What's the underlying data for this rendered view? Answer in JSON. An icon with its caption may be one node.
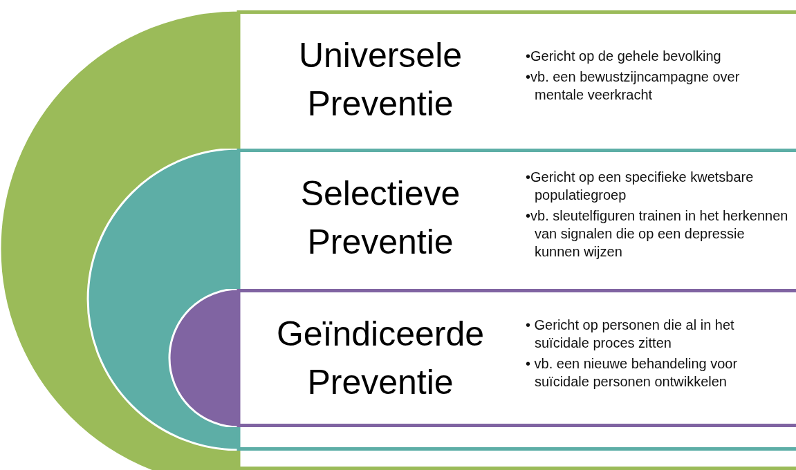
{
  "diagram": {
    "nodes": [
      {
        "text": [
          "Universele Preventie",
          "•Gericht op de gehele bevolking",
          "•vb. een bewustzijncampagne over mentale veerkracht"
        ]
      },
      {
        "text": [
          "Selectieve Preventie",
          "•Gericht op een specifieke kwetsbare populatiegroep",
          "•vb. sleutelfiguren trainen in het herkennen van signalen die op een depressie kunnen wijzen"
        ],
        "in": 0
      },
      {
        "text": [
          "Geïndiceerde Preventie",
          "• Gericht op personen die al in het suïcidale proces zitten",
          "• vb. een nieuwe behandeling voor suïcidale personen ontwikkelen"
        ],
        "in": 1
      }
    ]
  }
}
